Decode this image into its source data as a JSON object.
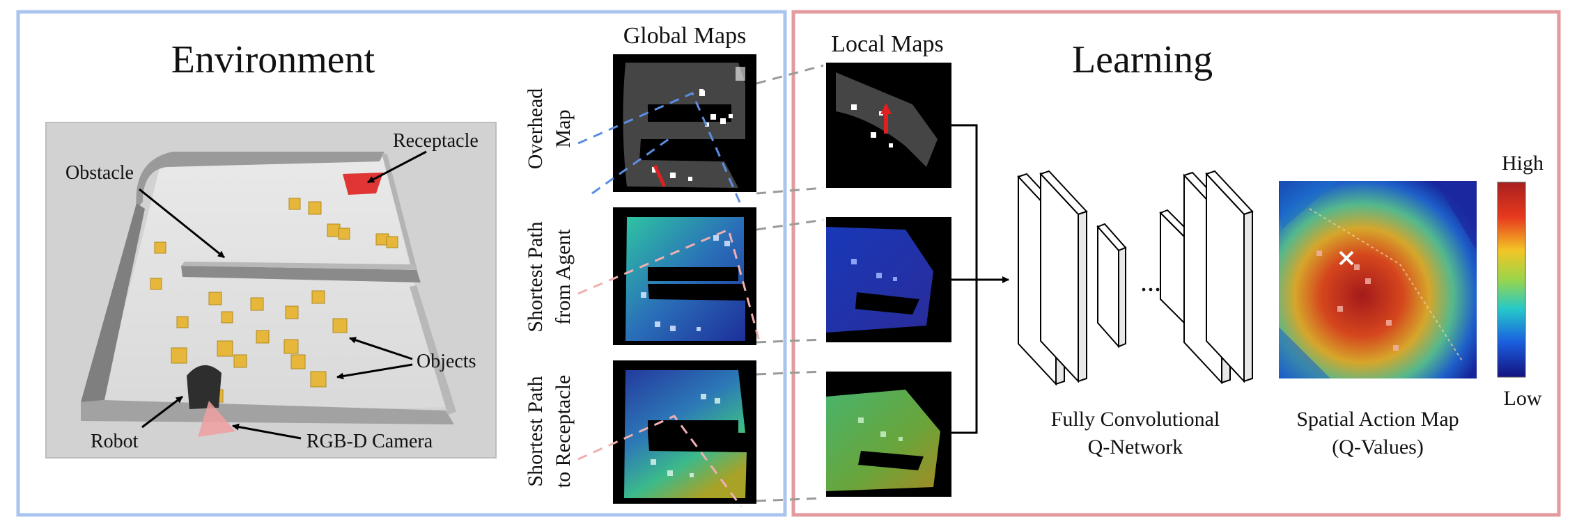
{
  "environment": {
    "title": "Environment",
    "labels": {
      "receptacle": "Receptacle",
      "obstacle": "Obstacle",
      "objects": "Objects",
      "robot": "Robot",
      "camera": "RGB-D Camera"
    }
  },
  "maps": {
    "global_title": "Global Maps",
    "local_title": "Local Maps",
    "rows": [
      {
        "line1": "Overhead",
        "line2": "Map"
      },
      {
        "line1": "Shortest Path",
        "line2": "from Agent"
      },
      {
        "line1": "Shortest Path",
        "line2": "to Receptacle"
      }
    ]
  },
  "learning": {
    "title": "Learning",
    "network_line1": "Fully Convolutional",
    "network_line2": "Q-Network",
    "ellipsis": "...",
    "action_map_line1": "Spatial Action Map",
    "action_map_line2": "(Q-Values)",
    "scale_high": "High",
    "scale_low": "Low"
  },
  "colors": {
    "environment_border": "#a9c4ee",
    "learning_border": "#e39a9e",
    "object": "#e6b73a",
    "receptacle": "#e03535"
  }
}
